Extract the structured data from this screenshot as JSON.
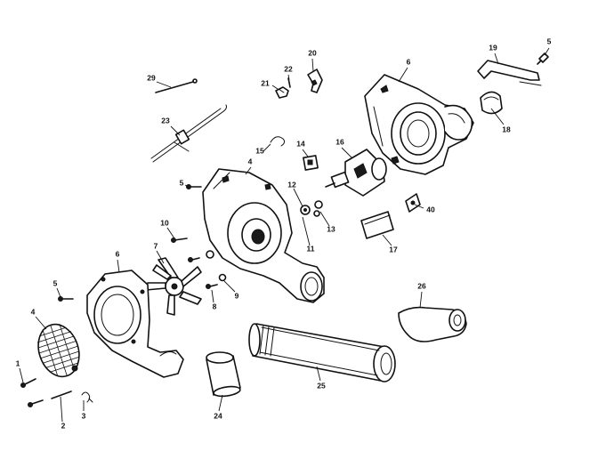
{
  "diagram": {
    "callouts": {
      "c1": "1",
      "c2": "2",
      "c3": "3",
      "c4": "4",
      "c4b": "4",
      "c5a": "5",
      "c5b": "5",
      "c5c": "5",
      "c6a": "6",
      "c6b": "6",
      "c7": "7",
      "c8": "8",
      "c9": "9",
      "c10": "10",
      "c11": "11",
      "c12": "12",
      "c13": "13",
      "c14": "14",
      "c15": "15",
      "c16": "16",
      "c17": "17",
      "c18": "18",
      "c19": "19",
      "c20": "20",
      "c21": "21",
      "c22": "22",
      "c23": "23",
      "c24": "24",
      "c25": "25",
      "c26": "26",
      "c29": "29",
      "c40": "40"
    }
  }
}
